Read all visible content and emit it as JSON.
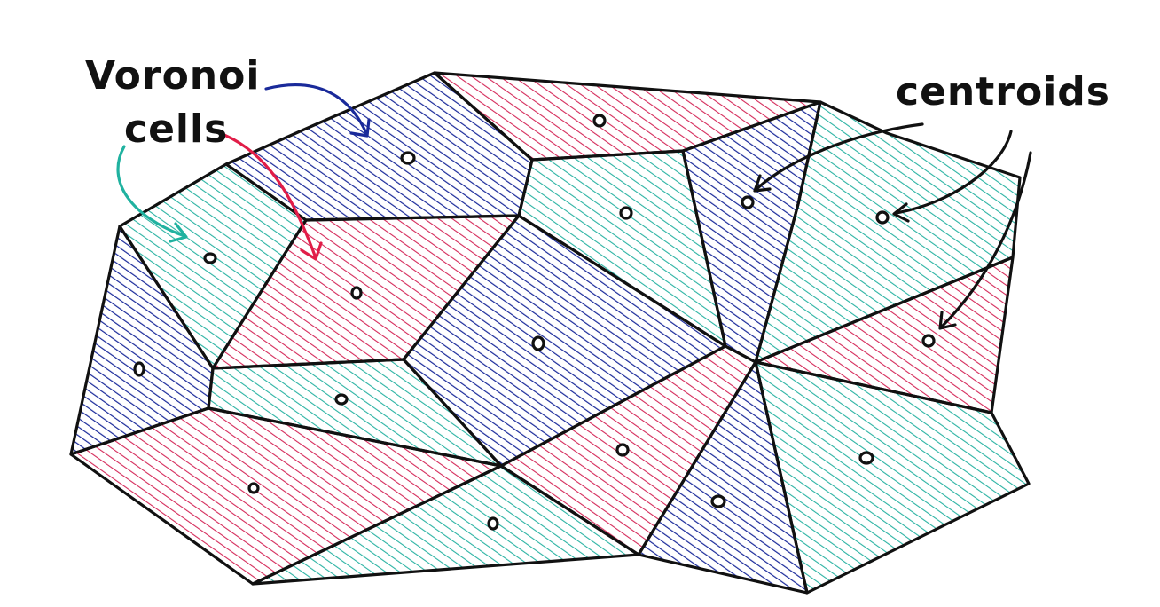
{
  "labels": {
    "voronoi_line1": "Voronoi",
    "voronoi_line2": "cells",
    "centroids": "centroids"
  },
  "colors": {
    "teal": "#2bb3a3",
    "navy": "#1a2a9a",
    "red": "#d42a5a",
    "outline": "#111111"
  },
  "cells": [
    {
      "id": "cell-top-blue",
      "color": "navy"
    },
    {
      "id": "cell-top-red",
      "color": "red"
    },
    {
      "id": "cell-left-teal",
      "color": "teal"
    },
    {
      "id": "cell-left-red",
      "color": "red"
    },
    {
      "id": "cell-mid-teal",
      "color": "teal"
    },
    {
      "id": "cell-narrow-blue",
      "color": "navy"
    },
    {
      "id": "cell-right-teal",
      "color": "teal"
    },
    {
      "id": "cell-far-left-blue",
      "color": "navy"
    },
    {
      "id": "cell-center-blue",
      "color": "navy"
    },
    {
      "id": "cell-lower-teal",
      "color": "teal"
    },
    {
      "id": "cell-right-red",
      "color": "red"
    },
    {
      "id": "cell-bottom-left-red",
      "color": "red"
    },
    {
      "id": "cell-bottom-mid-red",
      "color": "red"
    },
    {
      "id": "cell-bottom-blue",
      "color": "navy"
    },
    {
      "id": "cell-bottom-right-teal",
      "color": "teal"
    },
    {
      "id": "cell-bottom-teal",
      "color": "teal"
    }
  ]
}
